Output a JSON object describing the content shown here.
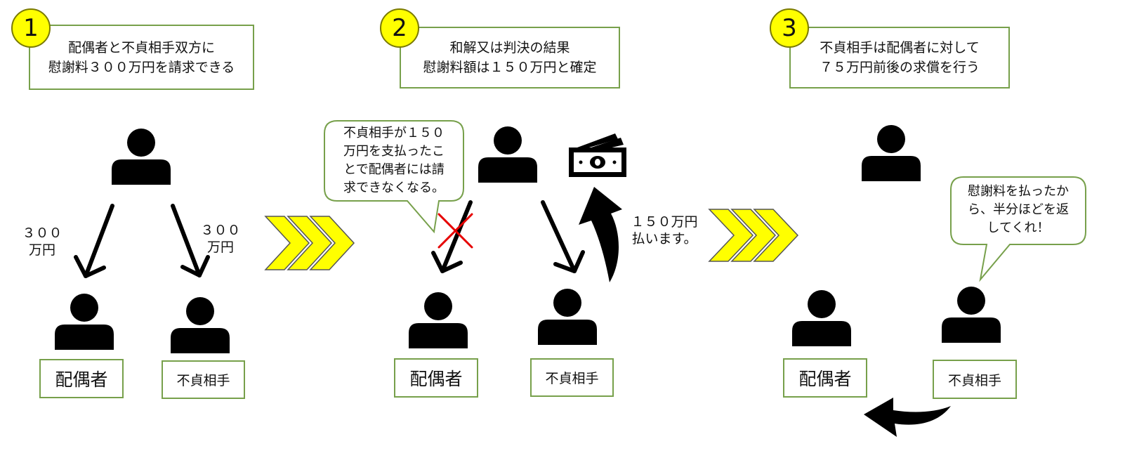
{
  "steps": [
    {
      "badge": "1",
      "title": "配偶者と不貞相手双方に\n慰謝料３００万円を請求できる"
    },
    {
      "badge": "2",
      "title": "和解又は判決の結果\n慰謝料額は１５０万円と確定"
    },
    {
      "badge": "3",
      "title": "不貞相手は配偶者に対して\n７５万円前後の求償を行う"
    }
  ],
  "labels": {
    "spouse": "配偶者",
    "partner": "不貞相手"
  },
  "amounts": {
    "left": "３００\n万円",
    "right": "３００\n万円",
    "payment": "１５０万円\n払います。"
  },
  "bubbles": {
    "step2": "不貞相手が１５０\n万円を支払ったこ\nとで配偶者には請\n求できなくなる。",
    "step3": "慰謝料を払ったか\nら、半分ほどを返\nしてくれ！"
  },
  "icons": {
    "person": "person-icon",
    "money": "banknote-icon",
    "chevron": "chevron-arrows-icon",
    "cross": "cross-mark-icon"
  },
  "colors": {
    "box_border": "#77a04b",
    "badge_fill": "#ffff00",
    "chevron_fill": "#ffff00",
    "cross": "#e60000"
  }
}
